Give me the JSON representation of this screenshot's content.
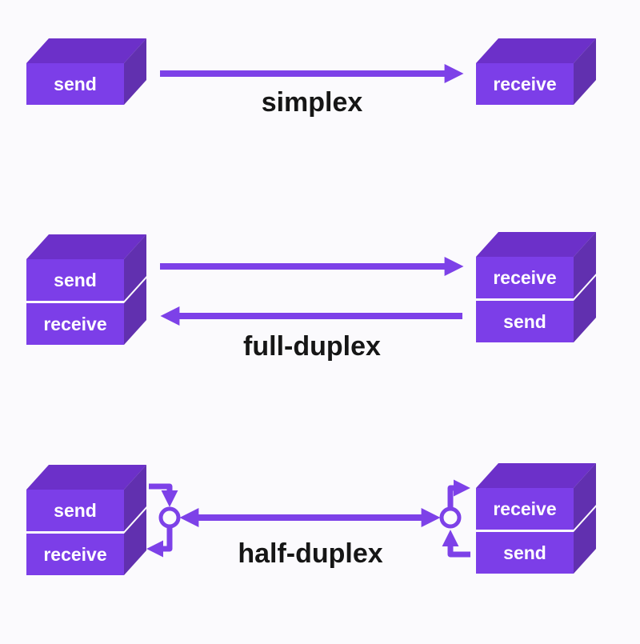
{
  "colors": {
    "background": "#FBFAFD",
    "box_front": "#7C3EE8",
    "box_top": "#6C30C9",
    "box_side": "#6130AF",
    "arrow": "#7D41E8",
    "box_label": "#FFFFFF",
    "title": "#161616"
  },
  "sections": {
    "simplex": {
      "title": "simplex",
      "left": {
        "top_label": "send"
      },
      "right": {
        "top_label": "receive"
      }
    },
    "full_duplex": {
      "title": "full-duplex",
      "left": {
        "top_label": "send",
        "bottom_label": "receive"
      },
      "right": {
        "top_label": "receive",
        "bottom_label": "send"
      }
    },
    "half_duplex": {
      "title": "half-duplex",
      "left": {
        "top_label": "send",
        "bottom_label": "receive"
      },
      "right": {
        "top_label": "receive",
        "bottom_label": "send"
      }
    }
  }
}
